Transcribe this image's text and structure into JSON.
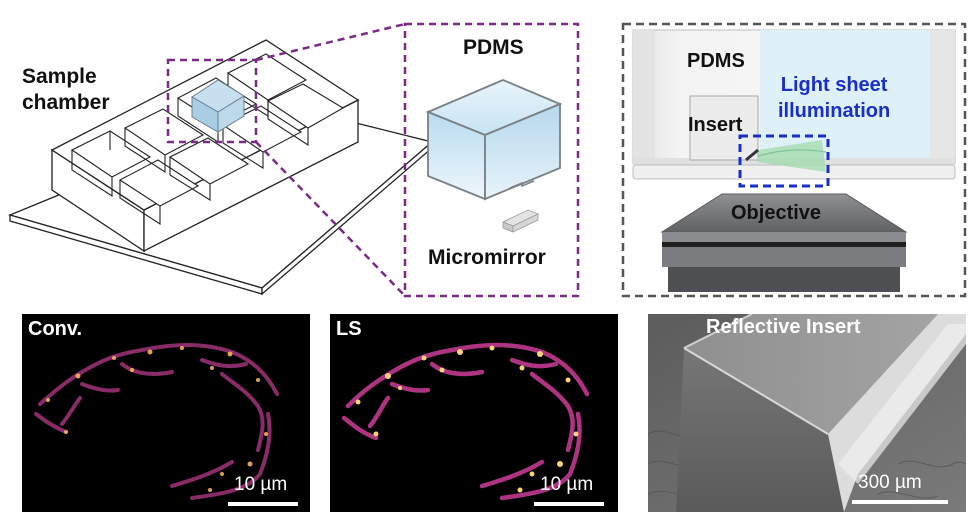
{
  "top_left": {
    "sample_chamber_line1": "Sample",
    "sample_chamber_line2": "chamber"
  },
  "zoom": {
    "pdms": "PDMS",
    "micromirror": "Micromirror"
  },
  "side_view": {
    "pdms": "PDMS",
    "insert": "Insert",
    "light_sheet_line1": "Light sheet",
    "light_sheet_line2": "illumination",
    "objective": "Objective"
  },
  "panels": {
    "conv": {
      "label": "Conv.",
      "scale": "10 µm"
    },
    "ls": {
      "label": "LS",
      "scale": "10 µm"
    },
    "sem": {
      "label": "Reflective Insert",
      "scale": "300 µm"
    }
  },
  "colors": {
    "purple_dash": "#7b2a86",
    "blue_dash": "#1a2fc8",
    "light_sheet_text": "#1a2fc8",
    "pdms_fill": "#cfe6f4",
    "light_sheet_bg": "#def1f9"
  }
}
